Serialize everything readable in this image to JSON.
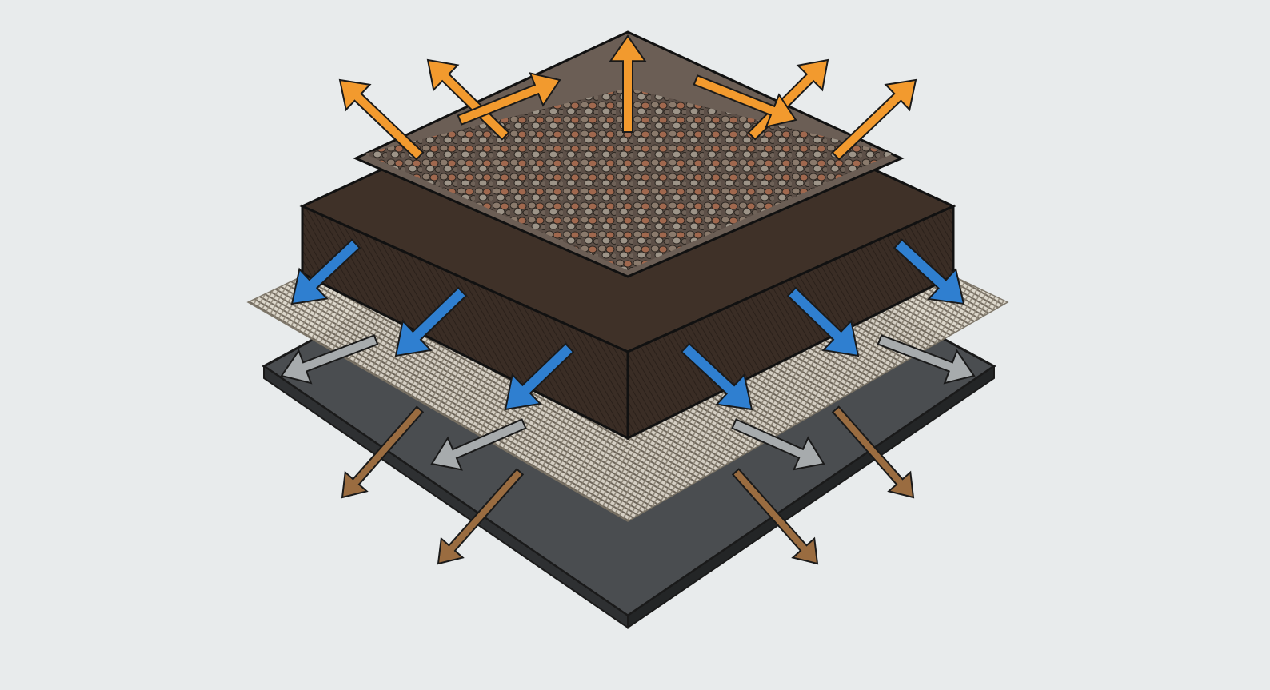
{
  "illustration": {
    "layers": [
      {
        "name": "gravel-layer",
        "color": "#7a6a5c"
      },
      {
        "name": "soil-block",
        "color": "#3f3128"
      },
      {
        "name": "woven-mesh",
        "color": "#d8d2c6"
      },
      {
        "name": "base-membrane",
        "color": "#4a4d50"
      }
    ],
    "arrows": {
      "upward": {
        "icon": "arrow-up-icon",
        "color": "#f29a2e"
      },
      "downward-blue": {
        "icon": "arrow-down-icon",
        "color": "#2f7fd0"
      },
      "outward-gray": {
        "icon": "arrow-out-icon",
        "color": "#a7abad"
      },
      "downward-brown": {
        "icon": "arrow-down-icon",
        "color": "#9a6c40"
      }
    },
    "background": "#e8ebec"
  }
}
